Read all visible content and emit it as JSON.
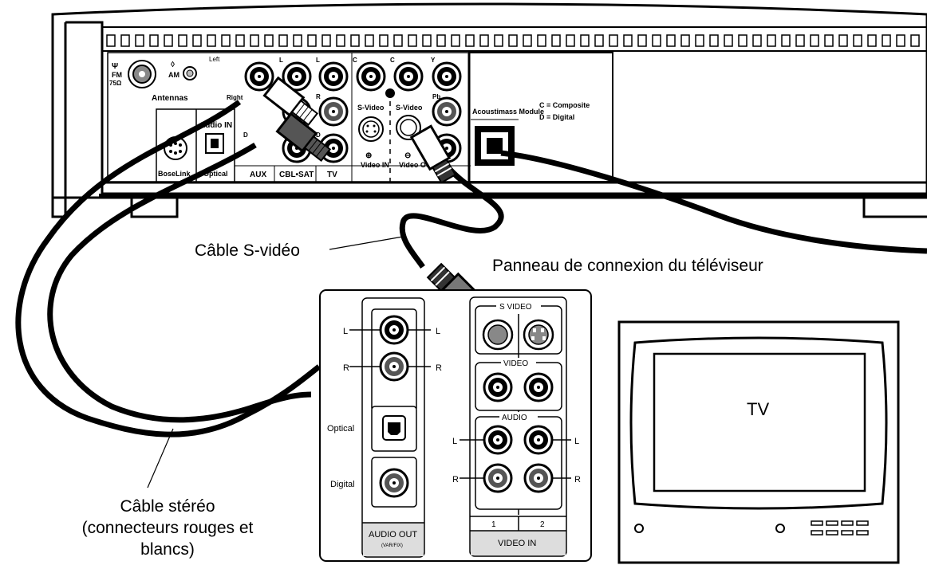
{
  "console": {
    "antenna_fm": "FM",
    "antenna_fm_ohm": "75Ω",
    "antenna_am": "AM",
    "antennas_label": "Antennas",
    "left_label": "Left",
    "right_label": "Right",
    "jack_l": "L",
    "jack_r": "R",
    "jack_d": "D",
    "jack_c": "C",
    "jack_y": "Y",
    "jack_pb": "Pb",
    "audio_in": "Audio IN",
    "boselink": "BoseLink",
    "optical": "Optical",
    "aux": "AUX",
    "cbl_sat": "CBL•SAT",
    "tv": "TV",
    "svideo_in": "S-Video",
    "svideo_out": "S-Video",
    "video_in": "Video IN",
    "video_out": "Video OUT",
    "acoustimass": "Acoustimass Module",
    "legend_c": "C = Composite",
    "legend_d": "D = Digital"
  },
  "tv_panel": {
    "svideo_header": "S VIDEO",
    "video_header": "VIDEO",
    "audio_header": "AUDIO",
    "jack_l": "L",
    "jack_r": "R",
    "optical": "Optical",
    "digital": "Digital",
    "audio_out": "AUDIO OUT",
    "audio_out_sub": "(VAR/FIX)",
    "col_1": "1",
    "col_2": "2",
    "video_in": "VIDEO IN"
  },
  "tv": {
    "label": "TV"
  },
  "callouts": {
    "svideo_cable": "Câble S-vidéo",
    "tv_panel": "Panneau de connexion du téléviseur",
    "stereo_cable": "Câble stéréo (connecteurs rouges et blancs)"
  }
}
